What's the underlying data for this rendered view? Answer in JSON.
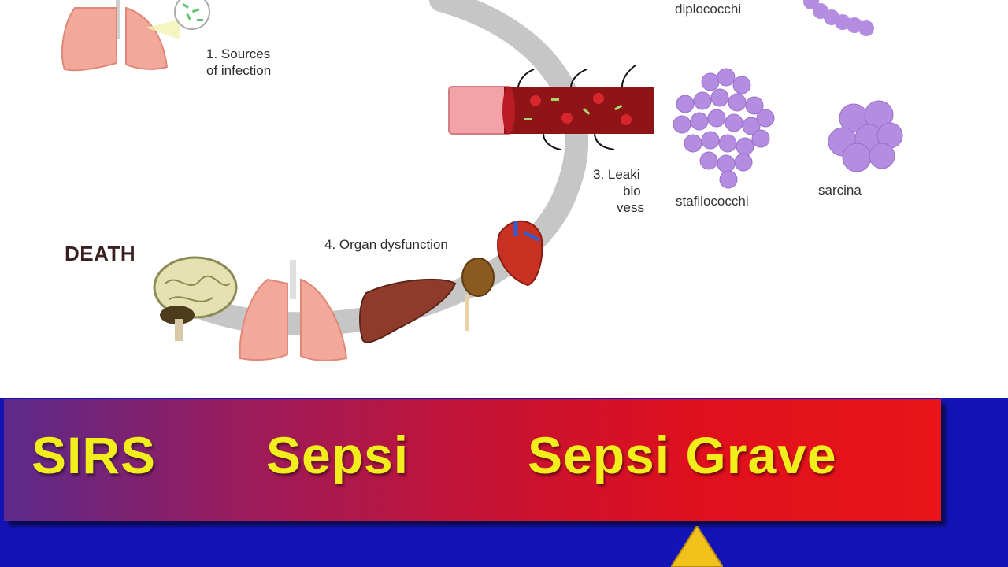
{
  "diagram": {
    "step1_line1": "1. Sources",
    "step1_line2": "of infection",
    "step3_line1": "3. Leaki",
    "step3_line2": "blo",
    "step3_line3": "vess",
    "step4": "4. Organ dysfunction",
    "death": "DEATH"
  },
  "bacteria": {
    "diplococchi": "diplococchi",
    "stafilococchi": "stafilococchi",
    "sarcina": "sarcina",
    "color": "#b48ce0"
  },
  "stages": {
    "sirs": "SIRS",
    "sepsi": "Sepsi",
    "sepsi_grave": "Sepsi Grave",
    "text_color": "#f2ee1c"
  },
  "colors": {
    "band_background": "#1414b6",
    "gradient_start": "#5b2a8a",
    "gradient_end": "#e8141a",
    "arrow": "#f2c21c"
  }
}
